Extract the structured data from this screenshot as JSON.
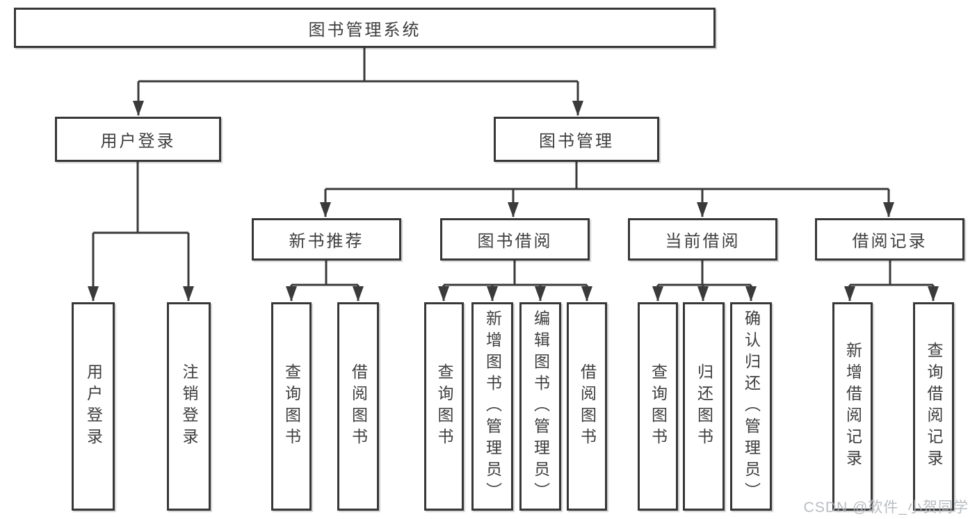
{
  "diagram": {
    "watermark": "CSDN @软件_小贺同学",
    "colors": {
      "line": "#3a3a3a",
      "border": "#373737",
      "text": "#3d3d3d",
      "watermark": "#b0b4ba",
      "background": "#ffffff"
    },
    "tree": {
      "label": "图书管理系统",
      "children": [
        {
          "label": "用户登录",
          "children": [
            {
              "label": "用户登录"
            },
            {
              "label": "注销登录"
            }
          ]
        },
        {
          "label": "图书管理",
          "children": [
            {
              "label": "新书推荐",
              "children": [
                {
                  "label": "查询图书"
                },
                {
                  "label": "借阅图书"
                }
              ]
            },
            {
              "label": "图书借阅",
              "children": [
                {
                  "label": "查询图书"
                },
                {
                  "label": "新增图书（管理员）"
                },
                {
                  "label": "编辑图书（管理员）"
                },
                {
                  "label": "借阅图书"
                }
              ]
            },
            {
              "label": "当前借阅",
              "children": [
                {
                  "label": "查询图书"
                },
                {
                  "label": "归还图书"
                },
                {
                  "label": "确认归还（管理员）"
                }
              ]
            },
            {
              "label": "借阅记录",
              "children": [
                {
                  "label": "新增借阅记录"
                },
                {
                  "label": "查询借阅记录"
                }
              ]
            }
          ]
        }
      ]
    }
  }
}
